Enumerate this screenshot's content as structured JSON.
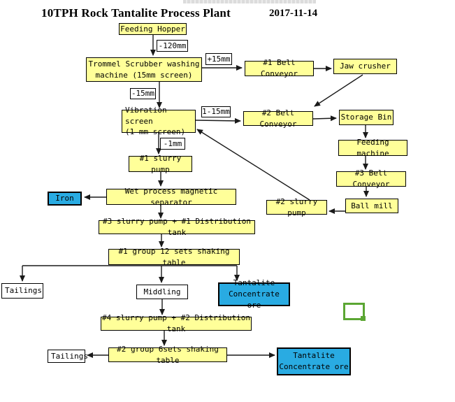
{
  "title": "10TPH Rock Tantalite Process Plant",
  "date": "2017-11-14",
  "colors": {
    "process_box": "#FFFF99",
    "product_box": "#29ABE2",
    "size_label_box": "#FFFFFF",
    "annotation_green": "#5BA633",
    "line": "#1a1a1a"
  },
  "nodes": {
    "feeding_hopper": "Feeding Hopper",
    "size_minus120": "-120mm",
    "trommel": "Trommel Scrubber washing\nmachine (15mm screen)",
    "size_plus15": "+15mm",
    "belt1": "#1 Belt Conveyor",
    "jaw_crusher": "Jaw crusher",
    "size_minus15": "-15mm",
    "vibration_screen": "Vibration screen\n(1 mm screen)",
    "size_1_15": "1-15mm",
    "belt2": "#2 Belt Conveyor",
    "storage_bin": "Storage Bin",
    "feeding_machine": "Feeding machine",
    "belt3": "#3 Belt Conveyor",
    "ball_mill": "Ball mill",
    "pump2": "#2 slurry pump",
    "size_minus1": "-1mm",
    "pump1": "#1 slurry pump",
    "magnetic_separator": "Wet process magnetic separator",
    "iron": "Iron",
    "pump3_tank1": "#3 slurry pump + #1 Distribution tank",
    "table_group1": "#1 group 12 sets shaking table",
    "tailings1": "Tailings",
    "middling": "Middling",
    "tantalite1": "Tantalite\nConcentrate ore",
    "pump4_tank2": "#4 slurry pump + #2 Distribution tank",
    "tailings2": "Tailings",
    "table_group2": "#2 group 6sets shaking table",
    "tantalite2": "Tantalite\nConcentrate ore"
  },
  "edges": [
    "feeding_hopper -> trommel (-120mm)",
    "trommel -> belt1 (+15mm)",
    "belt1 -> jaw_crusher",
    "jaw_crusher -> belt2",
    "trommel -> vibration_screen (-15mm)",
    "vibration_screen -> belt2 (1-15mm)",
    "belt2 -> storage_bin",
    "storage_bin -> feeding_machine",
    "feeding_machine -> belt3",
    "belt3 -> ball_mill",
    "ball_mill -> pump2",
    "pump2 -> vibration_screen",
    "vibration_screen -> pump1 (-1mm)",
    "pump1 -> magnetic_separator",
    "magnetic_separator -> iron",
    "magnetic_separator -> pump3_tank1",
    "pump3_tank1 -> table_group1",
    "table_group1 -> tailings1",
    "table_group1 -> middling",
    "table_group1 -> tantalite1",
    "middling -> pump4_tank2",
    "pump4_tank2 -> table_group2",
    "table_group2 -> tailings2",
    "table_group2 -> tantalite2"
  ]
}
